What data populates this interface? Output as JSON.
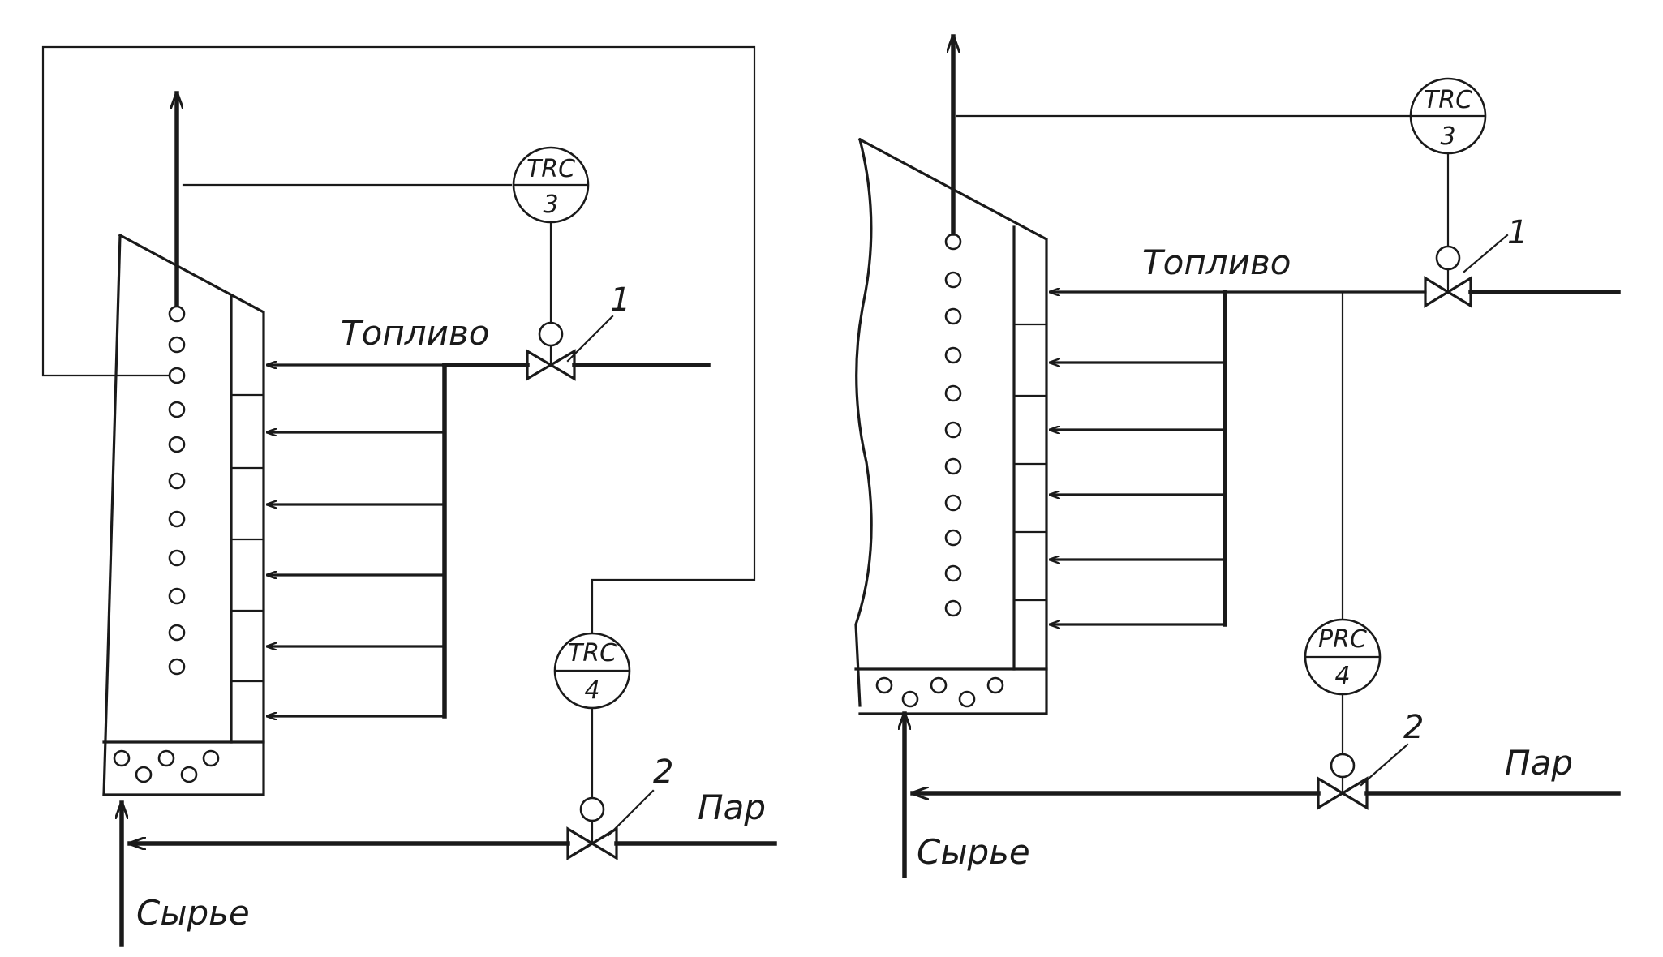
{
  "left": {
    "fuel_label": "Топливо",
    "steam_label": "Пар",
    "feed_label": "Сырье",
    "controller_top": {
      "tag": "TRC",
      "loop": "3"
    },
    "controller_bottom": {
      "tag": "TRC",
      "loop": "4"
    },
    "valve_1_label": "1",
    "valve_2_label": "2"
  },
  "right": {
    "fuel_label": "Топливо",
    "steam_label": "Пар",
    "feed_label": "Сырье",
    "controller_top": {
      "tag": "TRC",
      "loop": "3"
    },
    "controller_bottom": {
      "tag": "PRC",
      "loop": "4"
    },
    "valve_1_label": "1",
    "valve_2_label": "2"
  },
  "colors": {
    "ink": "#1a1a1a",
    "paper": "#ffffff"
  }
}
